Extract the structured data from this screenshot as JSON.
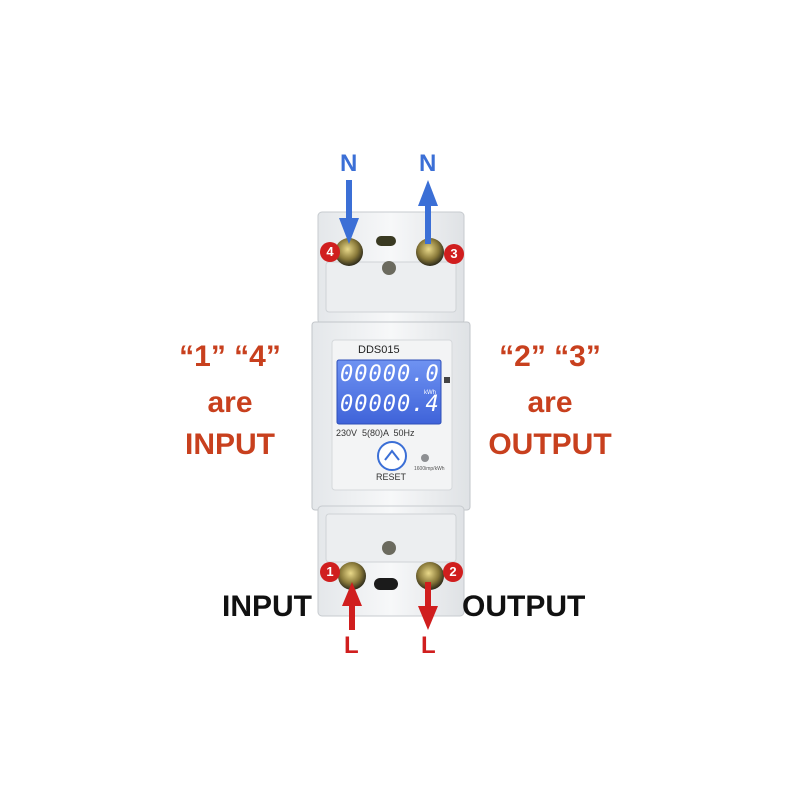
{
  "labels": {
    "top_left_letter": "N",
    "top_right_letter": "N",
    "bottom_left_letter": "L",
    "bottom_right_letter": "L",
    "left_numbers": "“1” “4”",
    "left_are": "are",
    "left_input": "INPUT",
    "right_numbers": "“2” “3”",
    "right_are": "are",
    "right_output": "OUTPUT",
    "bottom_input": "INPUT",
    "bottom_output": "OUTPUT"
  },
  "terminals": {
    "t1": "1",
    "t2": "2",
    "t3": "3",
    "t4": "4"
  },
  "meter": {
    "model": "DDS015",
    "reading_top": "00000.0",
    "reading_bottom": "00000.4",
    "rating": "230V  5(80)A  50Hz",
    "reset_label": "RESET",
    "unit_kwh": "kWh",
    "imp": "1600imp/kWh"
  },
  "colors": {
    "neutral_arrow": "#3b6fd6",
    "live_arrow": "#d01e1e",
    "label_red": "#c8401e",
    "lcd_blue": "#4f78ea"
  }
}
